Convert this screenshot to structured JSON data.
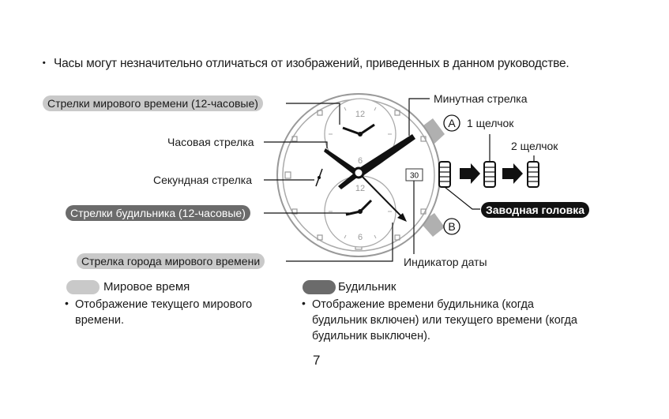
{
  "note": {
    "bullet": "・",
    "text": "Часы могут незначительно отличаться от изображений, приведенных в данном руководстве."
  },
  "labels": {
    "world_time_hands": "Стрелки мирового времени (12-часовые)",
    "hour_hand": "Часовая стрелка",
    "second_hand": "Секундная стрелка",
    "alarm_hands": "Стрелки будильника (12-часовые)",
    "world_city_hand": "Стрелка города мирового времени",
    "minute_hand": "Минутная стрелка",
    "button_a": "A",
    "click_1": "1 щелчок",
    "click_2": "2 щелчок",
    "crown": "Заводная головка",
    "button_b": "B",
    "date_indicator": "Индикатор даты",
    "date_value": "30"
  },
  "dial": {
    "top_12": "12",
    "top_6": "6",
    "bottom_12": "12",
    "bottom_6": "6"
  },
  "legend": {
    "world": {
      "title": "Мировое время",
      "bullet": "•",
      "text": "Отображение текущего мирового времени."
    },
    "alarm": {
      "title": "Будильник",
      "bullet": "•",
      "text": "Отображение времени будильника (когда будильник включен) или текущего времени (когда будильник выключен)."
    }
  },
  "page_number": "7",
  "colors": {
    "world_pill": "#c9c9c9",
    "alarm_pill": "#6b6b6b",
    "crown_pill": "#111111"
  }
}
